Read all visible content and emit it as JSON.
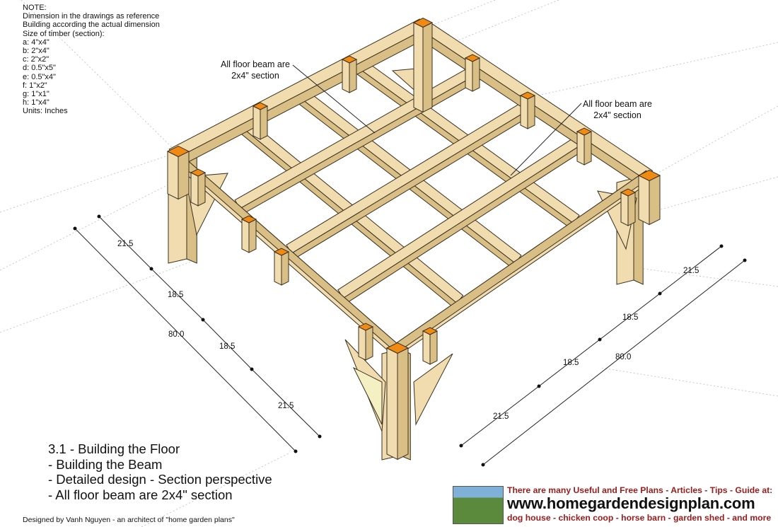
{
  "notes": [
    "NOTE:",
    "Dimension in the drawings as reference",
    "Building according the actual dimension",
    "Size of timber (section):",
    "a: 4\"x4\"",
    "b: 2\"x4\"",
    "c: 2\"x2\"",
    "d: 0.5\"x5\"",
    "e: 0.5\"x4\"",
    "f: 1\"x2\"",
    "g: 1\"x1\"",
    "h: 1\"x4\"",
    "Units: Inches"
  ],
  "callouts": {
    "left": {
      "line1": "All floor beam are",
      "line2": "2x4\" section"
    },
    "right": {
      "line1": "All floor beam are",
      "line2": "2x4\" section"
    }
  },
  "dimensions": {
    "left": [
      "21.5",
      "18.5",
      "18.5",
      "21.5"
    ],
    "left_total": "80.0",
    "right": [
      "21.5",
      "18.5",
      "18.5",
      "21.5"
    ],
    "right_total": "80.0"
  },
  "caption": [
    "3.1 - Building the Floor",
    "- Building the Beam",
    "- Detailed design - Section perspective",
    "- All floor beam are 2x4\" section"
  ],
  "credit": "Designed by Vanh Nguyen - an architect of \"home garden plans\"",
  "banner": {
    "top": "There are many Useful and Free Plans - Articles - Tips - Guide at:",
    "url": "www.homegardendesignplan.com",
    "bottom": "dog house - chicken coop - horse barn - garden shed - and more"
  },
  "colors": {
    "wood": "#f0dcae",
    "wood_side": "#d9bf86",
    "post_top": "#f08a12",
    "edge": "#3a3020",
    "banner_red": "#9a1b1b"
  }
}
